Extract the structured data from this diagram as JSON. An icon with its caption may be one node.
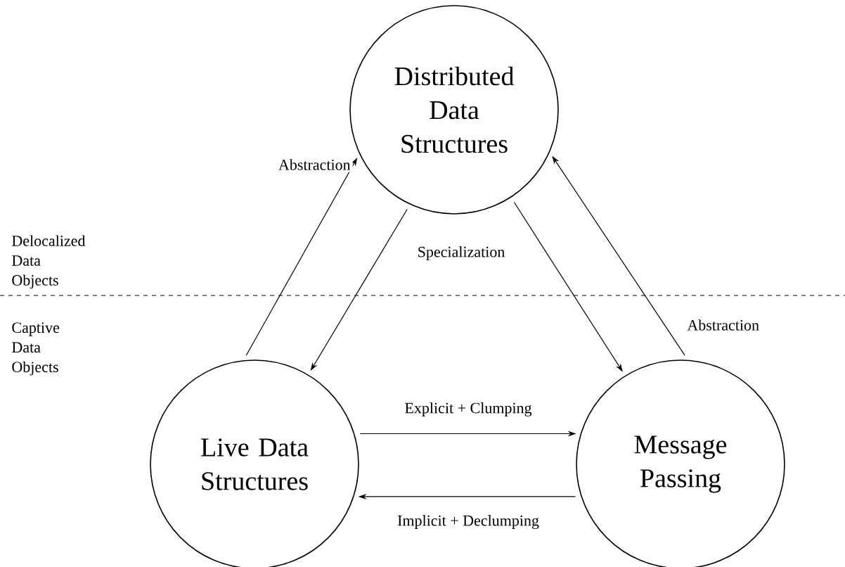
{
  "diagram": {
    "nodes": [
      {
        "text": [
          "Distributed Data Structures"
        ]
      },
      {
        "text": [
          "Live Data Structures"
        ]
      },
      {
        "text": [
          "Message Passing"
        ]
      }
    ],
    "edges": [
      {
        "from": 1,
        "to": 0,
        "arrow": "to",
        "label": "Abstraction"
      },
      {
        "from": 0,
        "to": 1,
        "arrow": "to",
        "label": "Specialization"
      },
      {
        "from": 0,
        "to": 2,
        "arrow": "to"
      },
      {
        "from": 2,
        "to": 0,
        "arrow": "to",
        "label": "Abstraction"
      },
      {
        "from": 1,
        "to": 2,
        "arrow": "to",
        "label": "Explicit + Clumping"
      },
      {
        "from": 2,
        "to": 1,
        "arrow": "to",
        "label": "Implicit + Declumping"
      }
    ],
    "labels": [
      "Delocalized Data Objects",
      "Captive Data Objects"
    ]
  }
}
